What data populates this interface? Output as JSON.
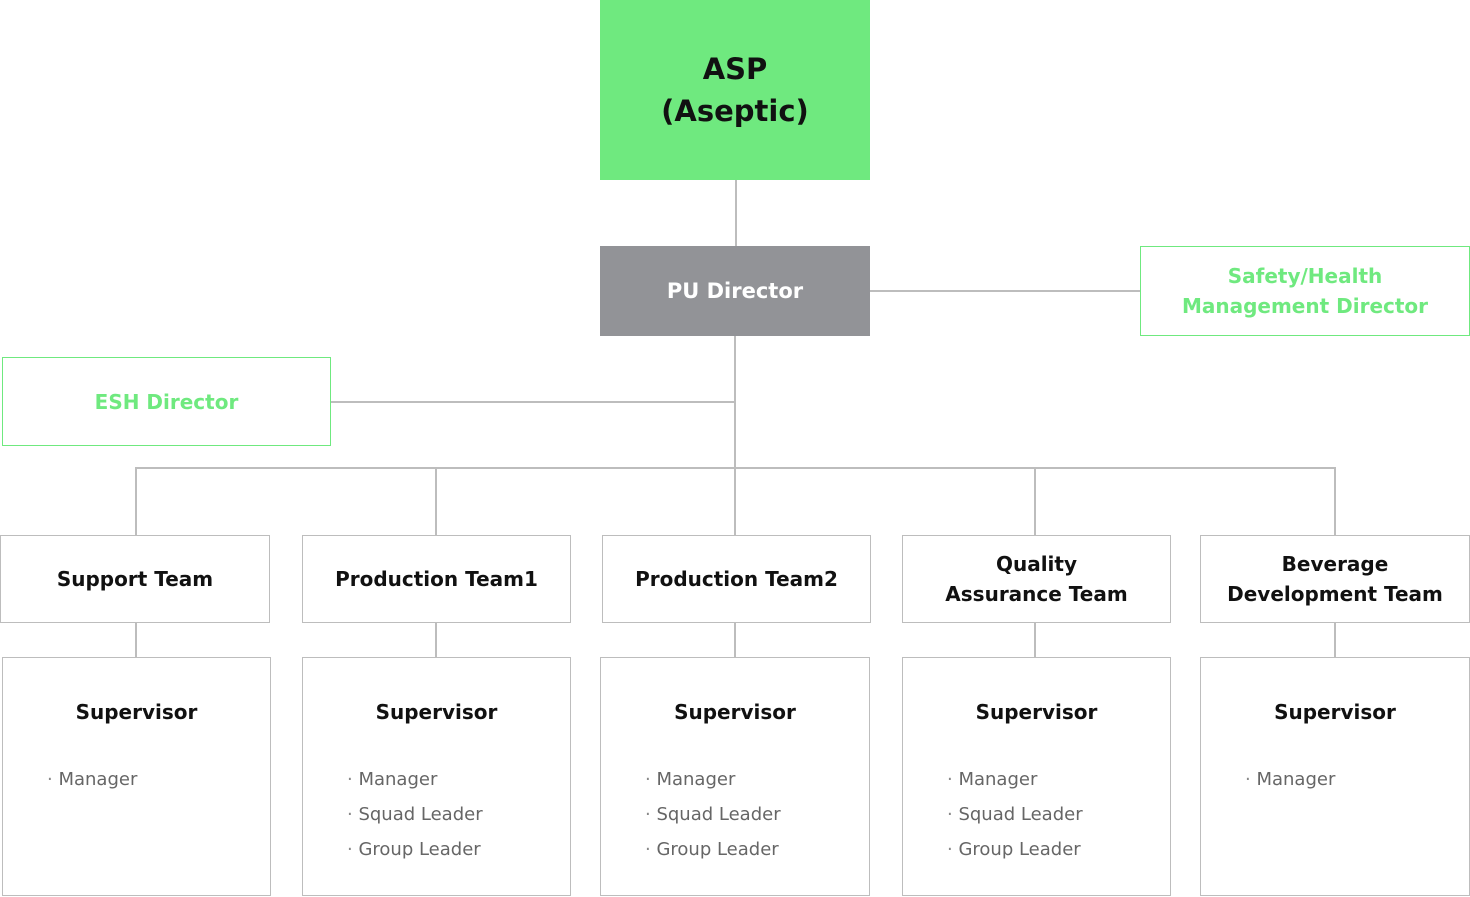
{
  "root": {
    "label": "ASP\n(Aseptic)",
    "color": "#6fe97f"
  },
  "director": {
    "label": "PU Director",
    "color": "#929397"
  },
  "safety_director": {
    "label": "Safety/Health\nManagement Director"
  },
  "esh_director": {
    "label": "ESH Director"
  },
  "teams": [
    {
      "name": "Support Team",
      "supervisor": "Supervisor",
      "roles": [
        "Manager"
      ]
    },
    {
      "name": "Production Team1",
      "supervisor": "Supervisor",
      "roles": [
        "Manager",
        "Squad Leader",
        "Group Leader"
      ]
    },
    {
      "name": "Production Team2",
      "supervisor": "Supervisor",
      "roles": [
        "Manager",
        "Squad Leader",
        "Group Leader"
      ]
    },
    {
      "name": "Quality\nAssurance Team",
      "supervisor": "Supervisor",
      "roles": [
        "Manager",
        "Squad Leader",
        "Group Leader"
      ]
    },
    {
      "name": "Beverage\nDevelopment Team",
      "supervisor": "Supervisor",
      "roles": [
        "Manager"
      ]
    }
  ]
}
